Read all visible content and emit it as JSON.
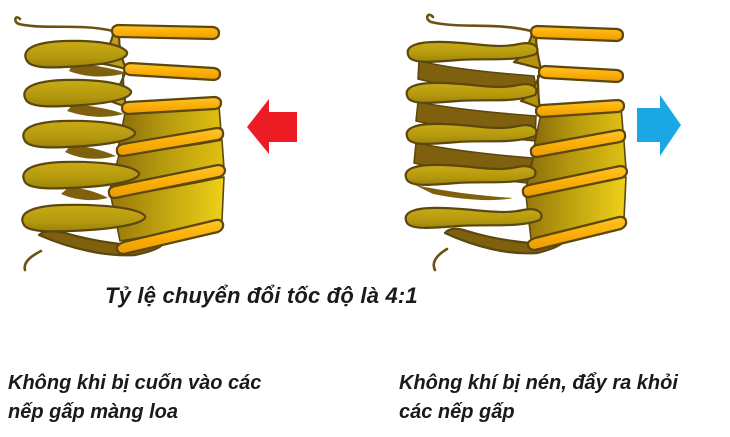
{
  "figure": {
    "caption": "Tỷ lệ chuyển đổi tốc độ là 4:1",
    "labels": {
      "left": {
        "line1": "Không khi bị cuốn vào các",
        "line2": "nếp gấp màng loa"
      },
      "right": {
        "line1": "Không khí bị nén, đẩy ra khỏi",
        "line2": "các nếp gấp"
      }
    },
    "icons": {
      "left_arrow": "left-arrow-icon",
      "right_arrow": "right-arrow-icon"
    },
    "colors": {
      "arrow_red": "#ED1C24",
      "arrow_blue": "#1AA7E3",
      "pleat_yellow": "#FBB40F",
      "pleat_olive": "#B5990E",
      "pleat_dark_brown": "#7E600F",
      "outline_brown": "#5C470E",
      "text": "#1A1A1A",
      "background": "#FFFFFF"
    }
  }
}
